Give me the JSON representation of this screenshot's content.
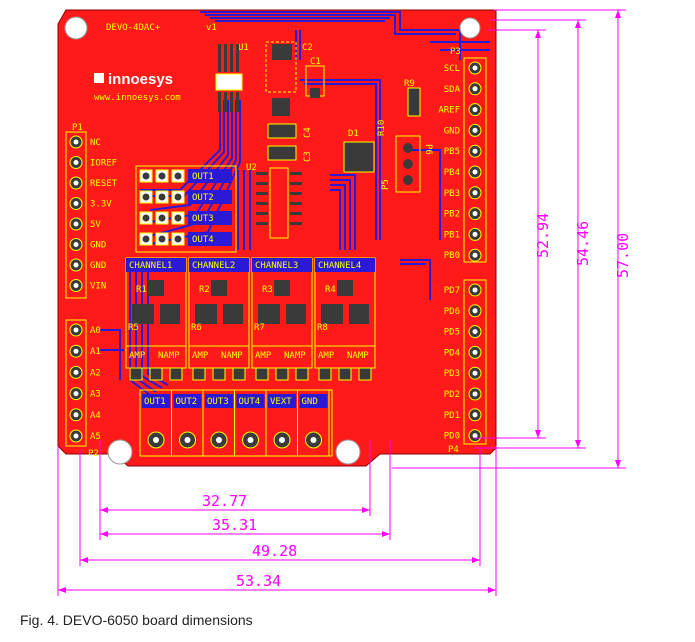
{
  "board": {
    "title": "DEVO-4DAC+",
    "version": "v1",
    "brand": "innoesys",
    "website": "www.innoesys.com",
    "header_labels": {
      "p1": "P1",
      "p2": "P2",
      "p3": "P3",
      "p4": "P4",
      "p5": "P5",
      "p6": "P6"
    },
    "left_top_pins": [
      "NC",
      "IOREF",
      "RESET",
      "3.3V",
      "5V",
      "GND",
      "GND",
      "VIN"
    ],
    "left_bottom_pins": [
      "A0",
      "A1",
      "A2",
      "A3",
      "A4",
      "A5"
    ],
    "right_top_pins": [
      "SCL",
      "SDA",
      "AREF",
      "GND",
      "PB5",
      "PB4",
      "PB3",
      "PB2",
      "PB1",
      "PB0"
    ],
    "right_bottom_pins": [
      "PD7",
      "PD6",
      "PD5",
      "PD4",
      "PD3",
      "PD2",
      "PD1",
      "PD0"
    ],
    "out_jumpers": [
      "OUT1",
      "OUT2",
      "OUT3",
      "OUT4"
    ],
    "channels": [
      "CHANNEL1",
      "CHANNEL2",
      "CHANNEL3",
      "CHANNEL4"
    ],
    "resistors_top": [
      "R1",
      "R2",
      "R3",
      "R4"
    ],
    "resistors_bottom": [
      "R5",
      "R6",
      "R7",
      "R8"
    ],
    "amp_label": "AMP",
    "namp_label": "NAMP",
    "terminal_labels": [
      "OUT1",
      "OUT2",
      "OUT3",
      "OUT4",
      "VEXT",
      "GND"
    ],
    "components": {
      "u1": "U1",
      "u2": "U2",
      "c1": "C1",
      "c2": "C2",
      "c3": "C3",
      "c4": "C4",
      "d1": "D1",
      "r9": "R9",
      "r10": "R10"
    }
  },
  "dimensions": {
    "vertical": [
      "52.94",
      "54.46",
      "57.00"
    ],
    "horizontal": [
      "32.77",
      "35.31",
      "49.28",
      "53.34"
    ]
  },
  "caption": "Fig. 4. DEVO-6050 board dimensions",
  "colors": {
    "board": "#ff1a1a",
    "copper": "#2a1ad6",
    "silkscreen": "#ffff00",
    "pad": "#3a3a3a",
    "dimension": "#ff00ff"
  }
}
